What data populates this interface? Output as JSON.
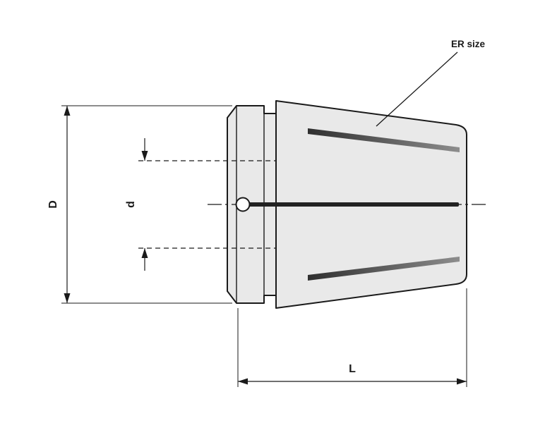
{
  "diagram": {
    "description": "ER collet technical drawing with dimension callouts",
    "labels": {
      "er_size": "ER size",
      "dim_outer_diameter": "D",
      "dim_bore_diameter": "d",
      "dim_length": "L"
    },
    "colors": {
      "line": "#1a1a1a",
      "body_fill": "#e9e9e9",
      "slot_dark": "#2f2f2f",
      "slot_light": "#8d8d8d",
      "background": "#ffffff"
    }
  }
}
